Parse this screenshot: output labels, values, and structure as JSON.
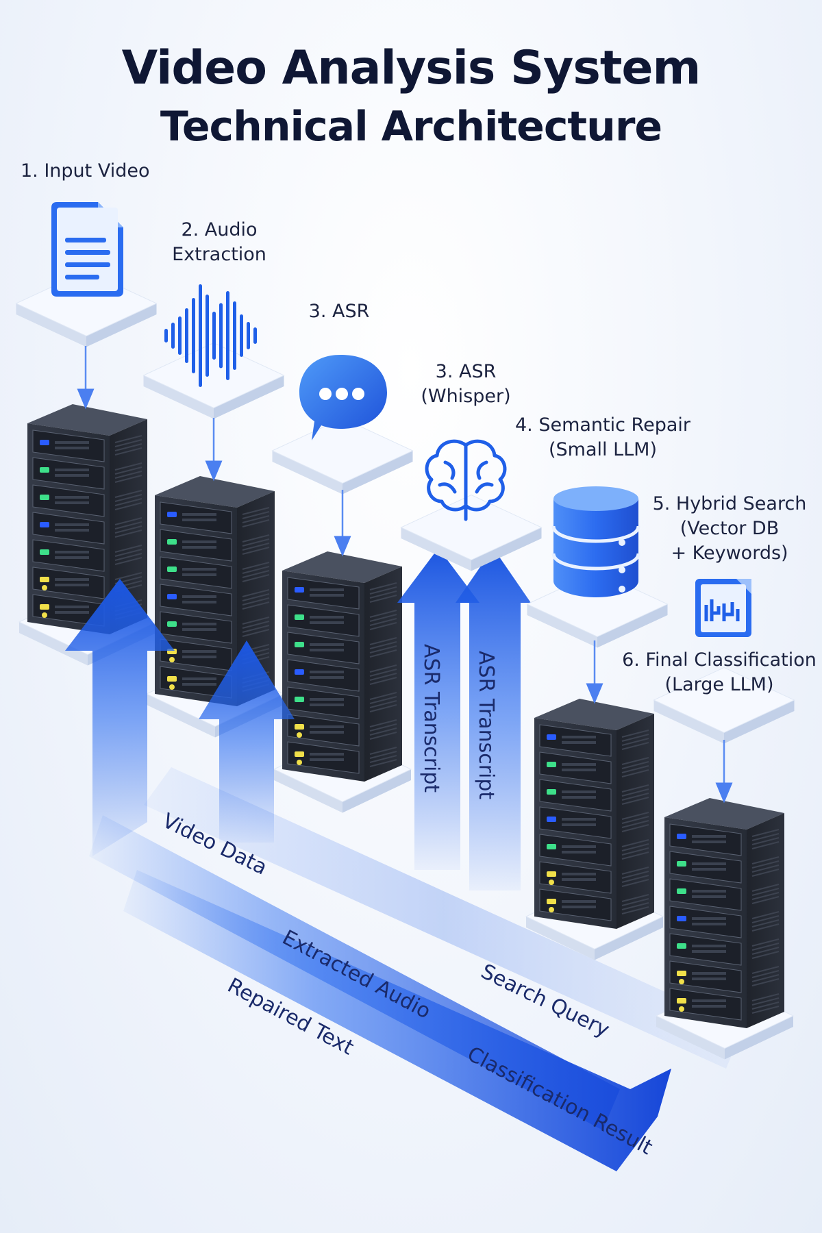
{
  "title": {
    "line1": "Video Analysis System",
    "line2": "Technical Architecture"
  },
  "steps": {
    "input_video": "1. Input Video",
    "audio_extraction_1": "2. Audio",
    "audio_extraction_2": "Extraction",
    "asr": "3. ASR",
    "asr_whisper_1": "3. ASR",
    "asr_whisper_2": "(Whisper)",
    "semantic_repair_1": "4. Semantic Repair",
    "semantic_repair_2": "(Small LLM)",
    "hybrid_search_1": "5. Hybrid Search",
    "hybrid_search_2": "(Vector DB",
    "hybrid_search_3": "+ Keywords)",
    "final_classification_1": "6. Final Classification",
    "final_classification_2": "(Large LLM)"
  },
  "flows": {
    "video_data": "Video Data",
    "extracted_audio": "Extracted Audio",
    "repaired_text": "Repaired Text",
    "asr_transcript_a": "ASR Transcript",
    "asr_transcript_b": "ASR Transcript",
    "search_query": "Search Query",
    "classification_result": "Classification Result"
  },
  "icons": [
    "document-icon",
    "waveform-icon",
    "chat-bubble-icon",
    "brain-icon",
    "database-icon",
    "data-chart-icon"
  ],
  "colors": {
    "accent_blue": "#1f5fe8",
    "rack_dark": "#2b303b",
    "led_green": "#3ee08a",
    "led_yellow": "#f1e04a",
    "title": "#0f1734"
  }
}
